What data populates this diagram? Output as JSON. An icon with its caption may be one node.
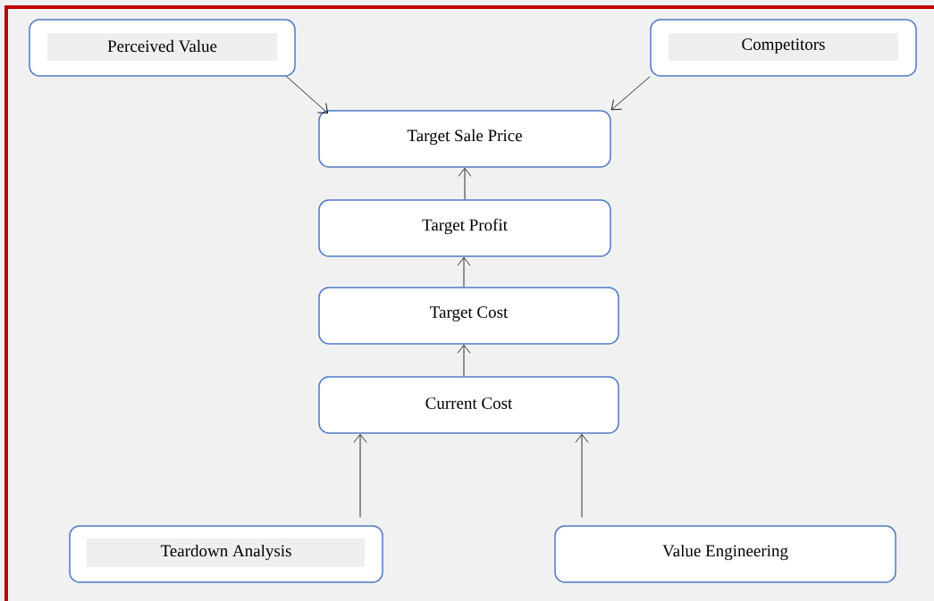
{
  "diagram": {
    "nodes": [
      {
        "text": [
          "Perceived Value"
        ]
      },
      {
        "text": [
          "Competitors"
        ]
      },
      {
        "text": [
          "Target Sale Price"
        ]
      },
      {
        "text": [
          "Target Profit"
        ]
      },
      {
        "text": [
          "Target Cost"
        ]
      },
      {
        "text": [
          "Current Cost"
        ]
      },
      {
        "text": [
          "Teardown Analysis"
        ]
      },
      {
        "text": [
          "Value Engineering"
        ]
      }
    ],
    "edges": [
      {
        "from": 0,
        "to": 2,
        "arrow": "to"
      },
      {
        "from": 1,
        "to": 2,
        "arrow": "to"
      },
      {
        "from": 3,
        "to": 2,
        "arrow": "to"
      },
      {
        "from": 4,
        "to": 3,
        "arrow": "to"
      },
      {
        "from": 5,
        "to": 4,
        "arrow": "to"
      },
      {
        "from": 6,
        "to": 5,
        "arrow": "to"
      },
      {
        "from": 7,
        "to": 5,
        "arrow": "to"
      }
    ]
  }
}
